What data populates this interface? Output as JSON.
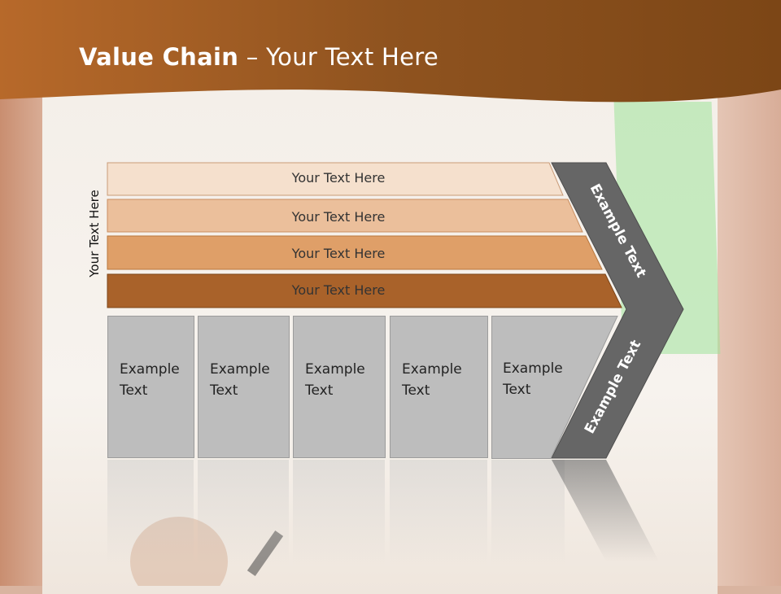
{
  "slide": {
    "title_bold": "Value Chain",
    "title_rest": " – Your Text Here",
    "vertical_label": "Your Text Here"
  },
  "bars": [
    {
      "label": "Your Text Here",
      "color": "#f5e0cd"
    },
    {
      "label": "Your Text Here",
      "color": "#ebbf9b"
    },
    {
      "label": "Your Text Here",
      "color": "#df9f68"
    },
    {
      "label": "Your Text Here",
      "color": "#a9622a"
    }
  ],
  "columns": [
    {
      "line1": "Example",
      "line2": "Text"
    },
    {
      "line1": "Example",
      "line2": "Text"
    },
    {
      "line1": "Example",
      "line2": "Text"
    },
    {
      "line1": "Example",
      "line2": "Text"
    },
    {
      "line1": "Example",
      "line2": "Text"
    }
  ],
  "chevron": {
    "upper_label": "Example Text",
    "lower_label": "Example Text",
    "color": "#666666"
  },
  "colors": {
    "header": "#8b4f1f",
    "column_fill": "#bdbdbd"
  }
}
